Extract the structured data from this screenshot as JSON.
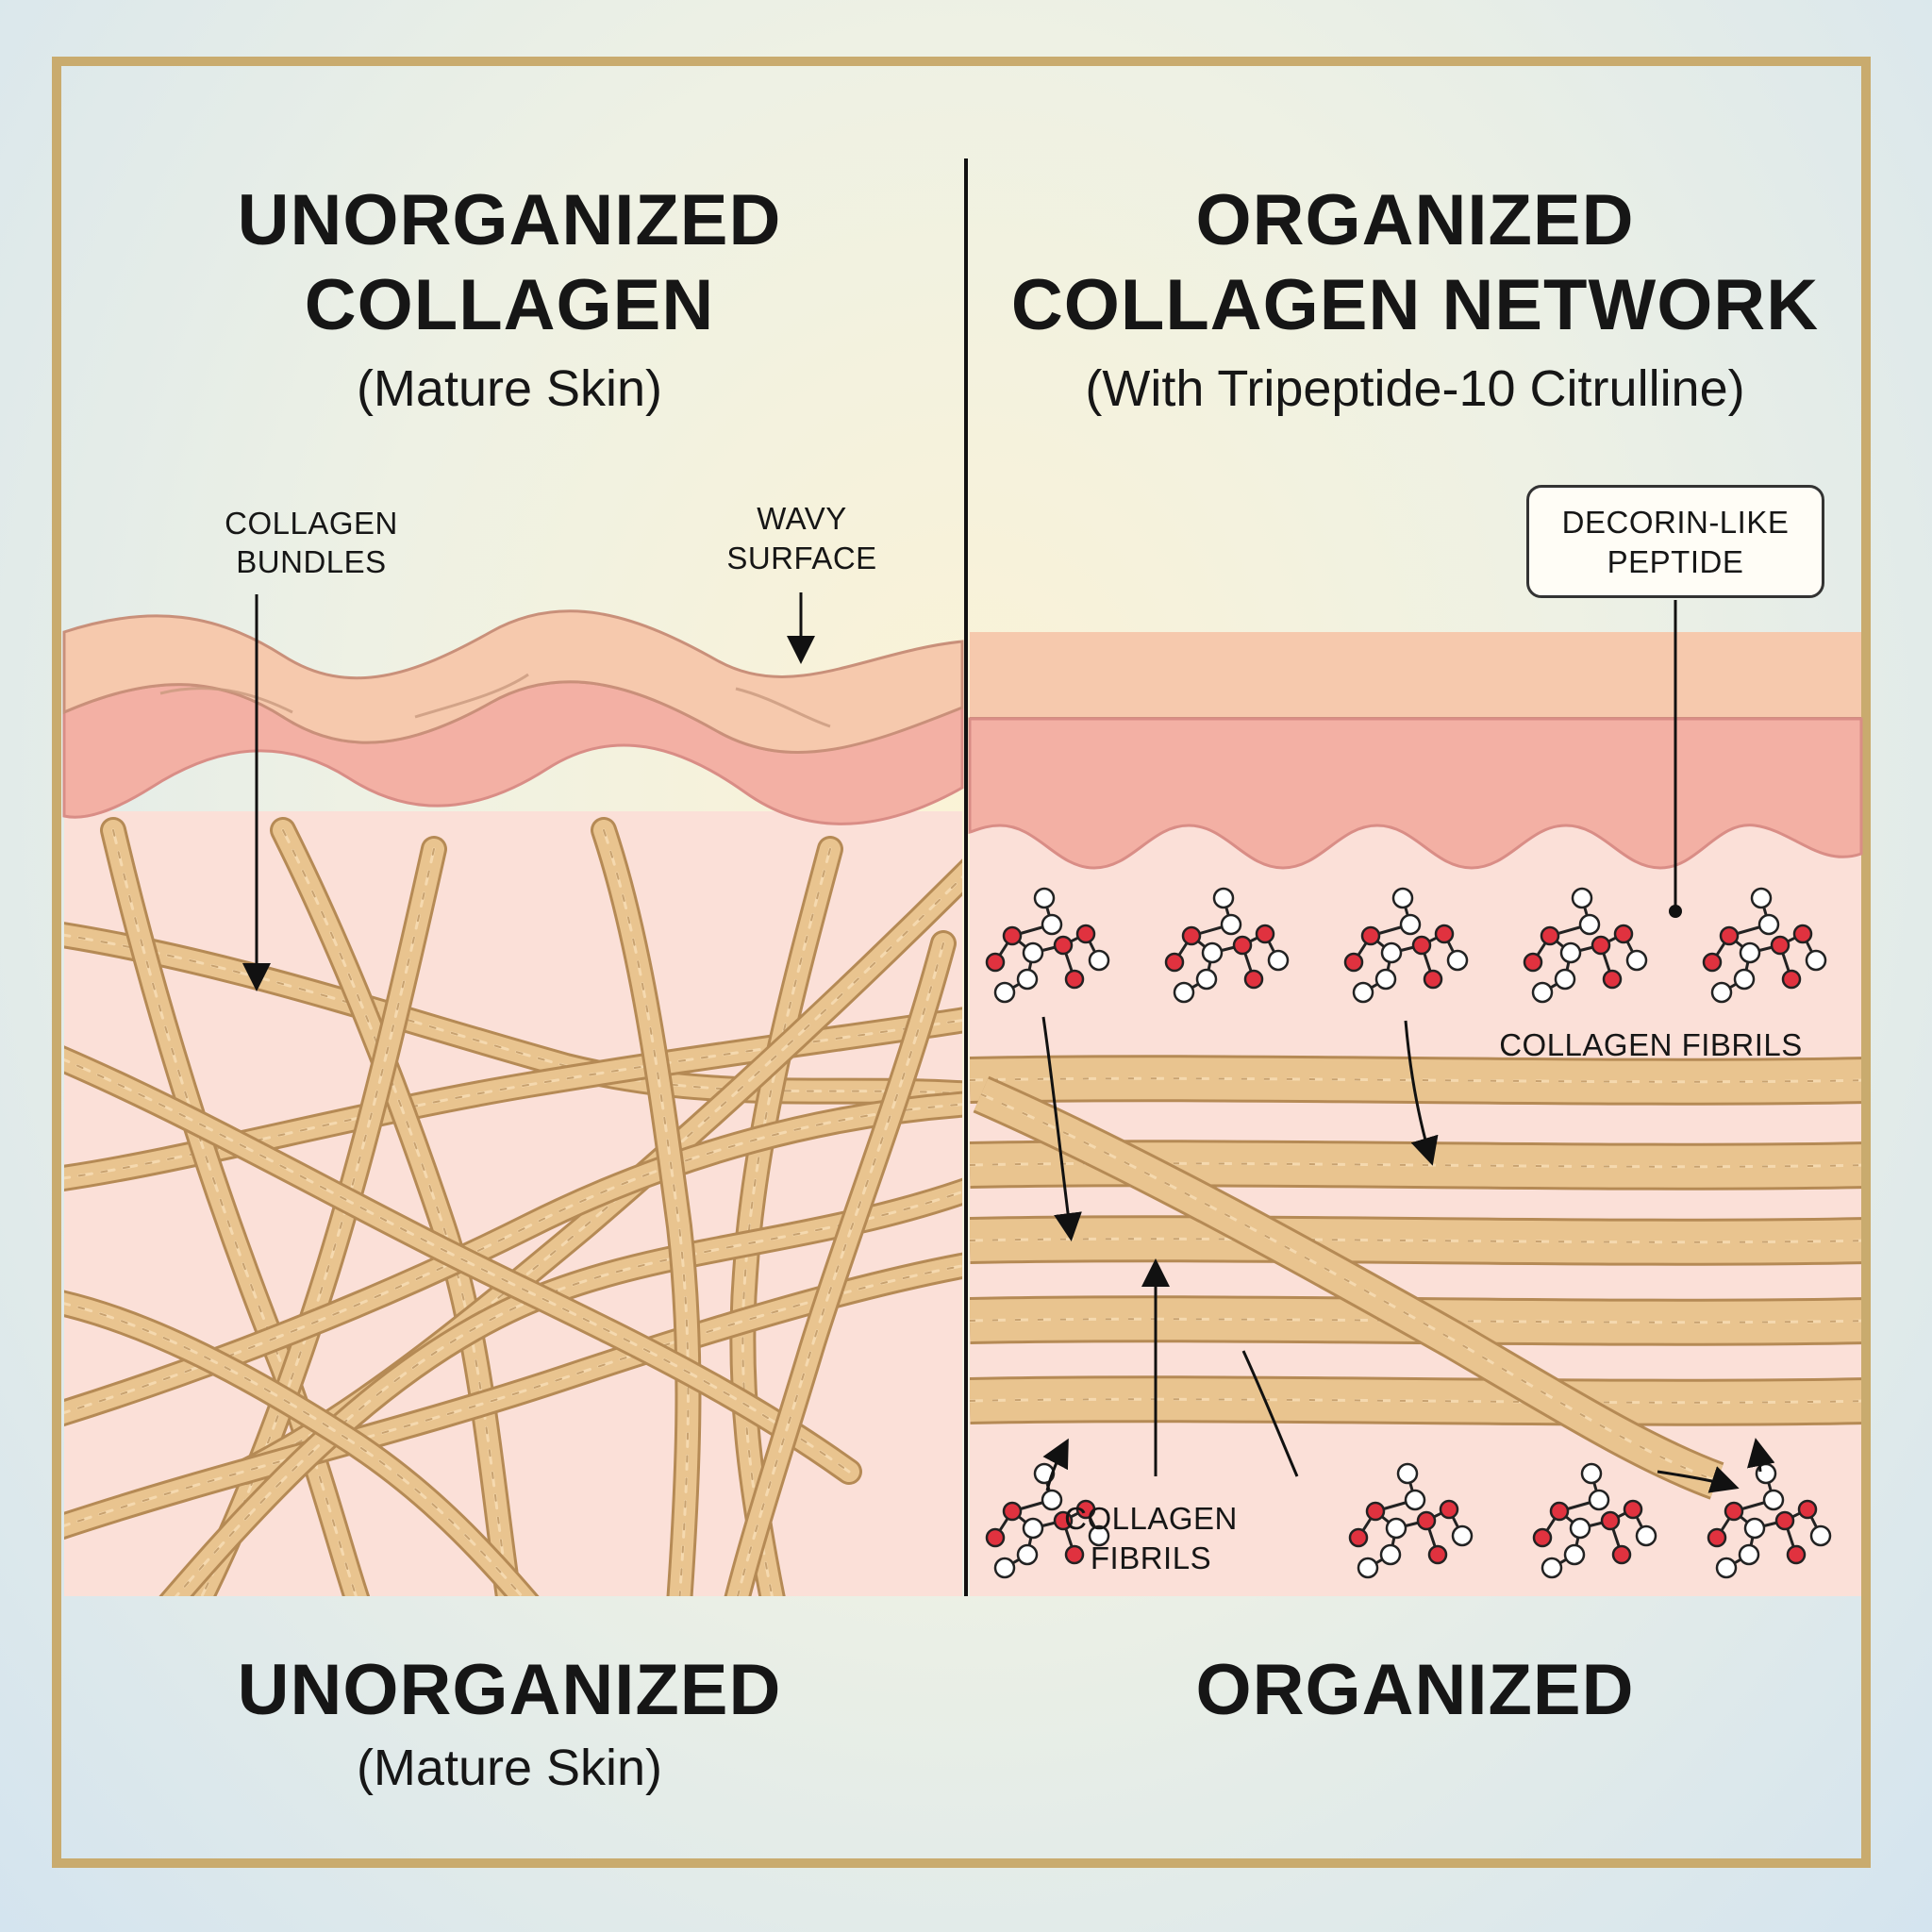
{
  "left_panel": {
    "title_line1": "UNORGANIZED",
    "title_line2": "COLLAGEN",
    "subtitle": "(Mature Skin)",
    "label_bundles_line1": "COLLAGEN",
    "label_bundles_line2": "BUNDLES",
    "label_wavy_line1": "WAVY",
    "label_wavy_line2": "SURFACE",
    "footer_title": "UNORGANIZED",
    "footer_subtitle": "(Mature Skin)"
  },
  "right_panel": {
    "title_line1": "ORGANIZED",
    "title_line2": "COLLAGEN NETWORK",
    "subtitle": "(With Tripeptide-10 Citrulline)",
    "callout_line1": "DECORIN-LIKE",
    "callout_line2": "PEPTIDE",
    "label_fibrils_top": "COLLAGEN FIBRILS",
    "label_fibrils_bottom_line1": "COLLAGEN",
    "label_fibrils_bottom_line2": "FIBRILS",
    "footer_title": "ORGANIZED"
  },
  "colors": {
    "frame": "#c9ab6e",
    "epidermis": "#f6c9ad",
    "dermis_band": "#f3b0a4",
    "tissue": "#fbe0d8",
    "fiber": "#e9c48f",
    "fiber_outline": "#b58a55",
    "peptide_red": "#e0323f",
    "peptide_white": "#ffffff"
  }
}
